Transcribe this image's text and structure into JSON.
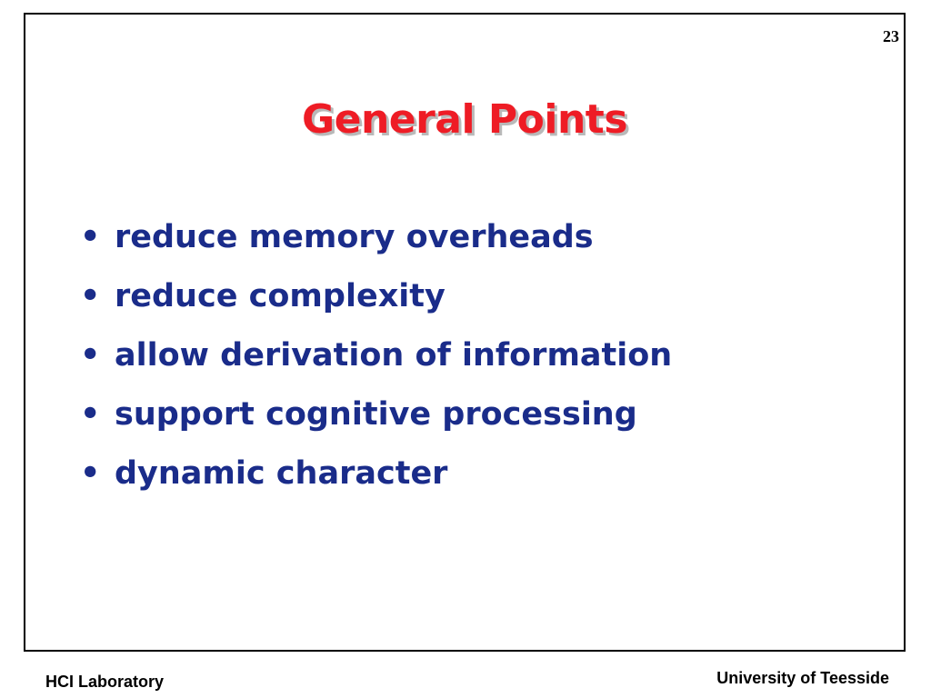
{
  "slide": {
    "number": "23",
    "title": "General Points",
    "bullets": [
      "reduce memory overheads",
      "reduce complexity",
      "allow derivation of information",
      "support cognitive processing",
      "dynamic character"
    ]
  },
  "footer": {
    "left": "HCI Laboratory",
    "right": "University of Teesside"
  },
  "colors": {
    "title": "#ee1c25",
    "bullets": "#1a2c8a",
    "frame": "#000000"
  }
}
